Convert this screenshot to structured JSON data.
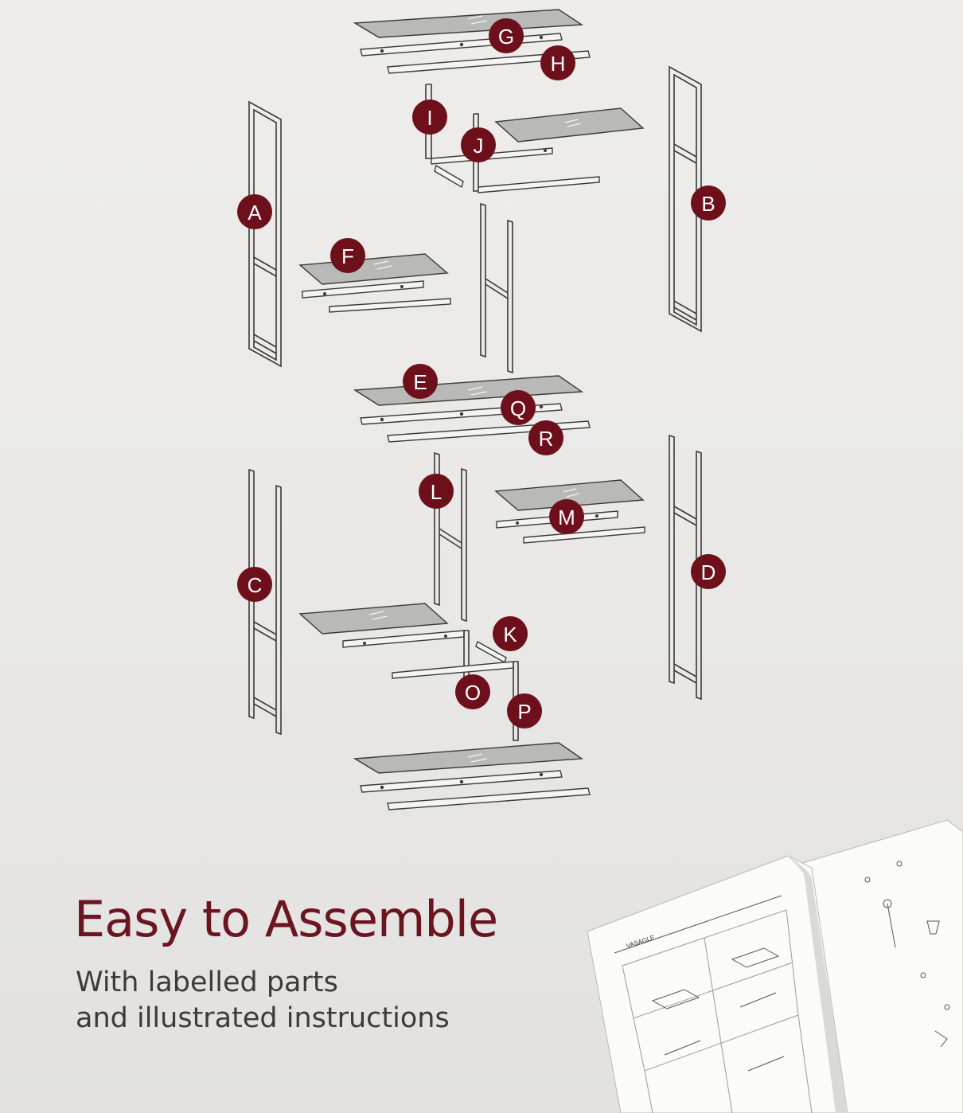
{
  "heading": "Easy to Assemble",
  "subheading": [
    "With labelled parts",
    "and illustrated instructions"
  ],
  "part_labels": [
    "A",
    "B",
    "C",
    "D",
    "E",
    "F",
    "G",
    "H",
    "I",
    "J",
    "K",
    "L",
    "M",
    "O",
    "P",
    "Q",
    "R"
  ],
  "manual_brand": "VASAGLE",
  "colors": {
    "label_fill": "#6e0f1c",
    "heading": "#6b1521",
    "subheading": "#3b3b3b",
    "background": "#eceae8"
  }
}
